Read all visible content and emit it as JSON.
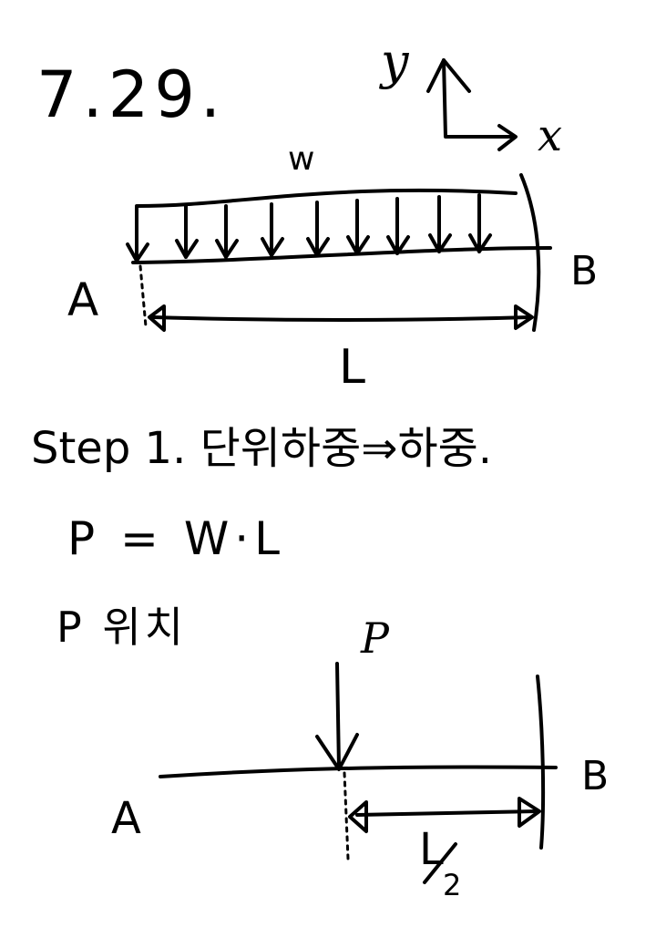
{
  "problem_number": "7.29.",
  "axes": {
    "y_label": "y",
    "x_label": "x"
  },
  "beam1": {
    "load_label": "w",
    "left_label": "A",
    "right_label": "B",
    "span_label": "L"
  },
  "step1": {
    "heading": "Step 1. 단위하중⇒하중.",
    "equation": "P = W·L",
    "position_note": "P 위치"
  },
  "beam2": {
    "load_label": "P",
    "left_label": "A",
    "right_label": "B",
    "span_label_num": "L",
    "span_label_den": "2"
  }
}
